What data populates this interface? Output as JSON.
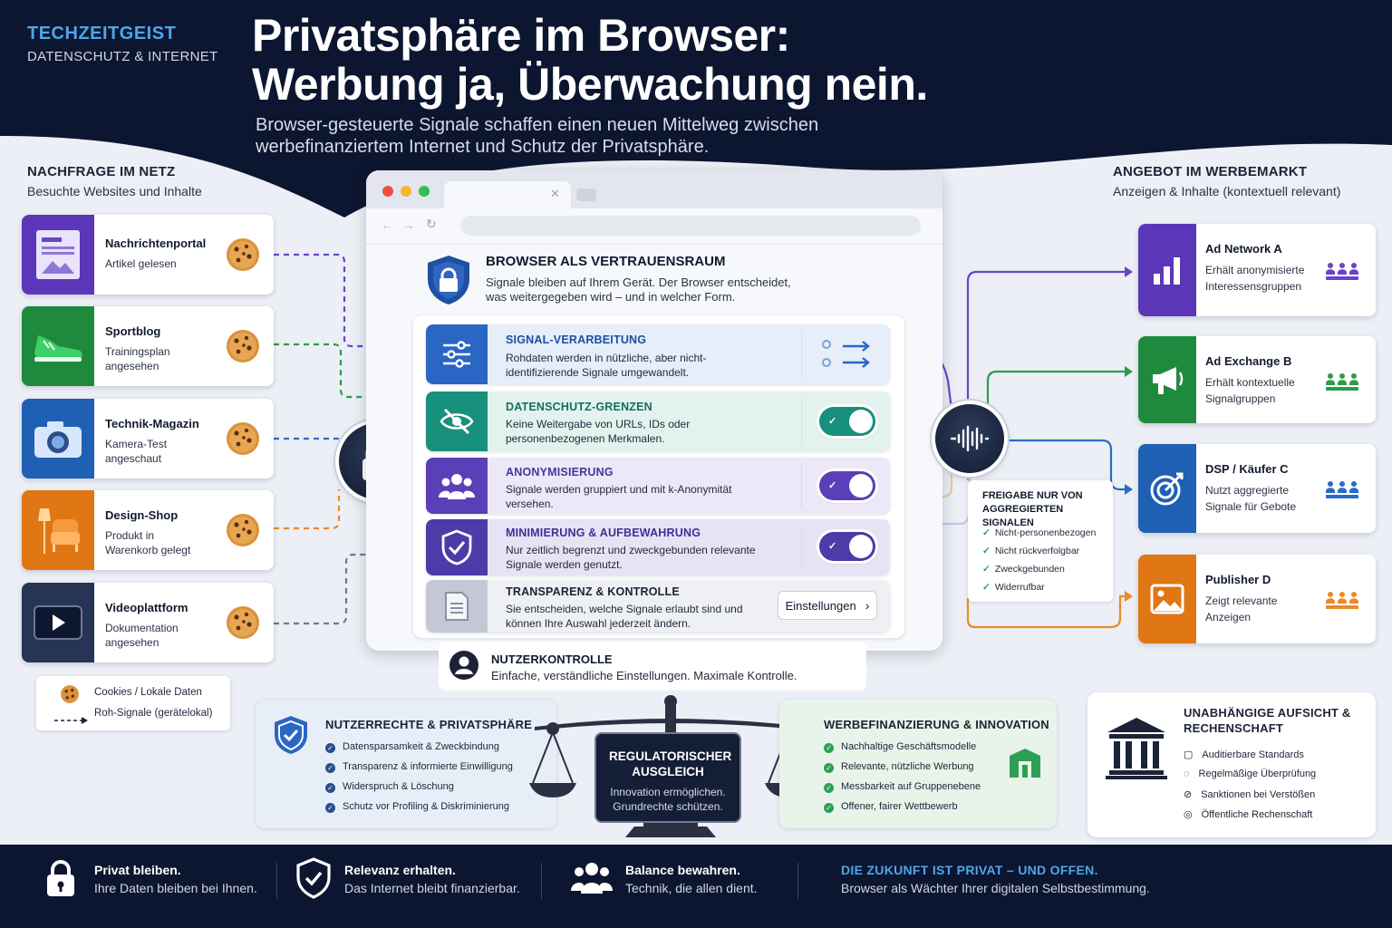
{
  "header": {
    "brand": "TECHZEITGEIST",
    "brand_sub": "DATENSCHUTZ & INTERNET",
    "title_line1": "Privatsphäre im Browser:",
    "title_line2": "Werbung ja, Überwachung nein.",
    "subtitle_line1": "Browser-gesteuerte Signale schaffen einen neuen Mittelweg zwischen",
    "subtitle_line2": "werbefinanziertem Internet und Schutz der Privatsphäre."
  },
  "demand": {
    "title": "NACHFRAGE IM NETZ",
    "subtitle": "Besuchte Websites und Inhalte",
    "items": [
      {
        "name": "Nachrichtenportal",
        "desc": "Artikel gelesen",
        "icon": "newspaper-icon",
        "color": "#5b36b8",
        "line_color": "#6a44c8"
      },
      {
        "name": "Sportblog",
        "desc": "Trainingsplan angesehen",
        "icon": "sneaker-icon",
        "color": "#1f8a3d",
        "line_color": "#2f9a4a"
      },
      {
        "name": "Technik-Magazin",
        "desc": "Kamera-Test angeschaut",
        "icon": "camera-icon",
        "color": "#1f5fb4",
        "line_color": "#2a6cc4"
      },
      {
        "name": "Design-Shop",
        "desc": "Produkt in Warenkorb gelegt",
        "icon": "armchair-icon",
        "color": "#e07614",
        "line_color": "#ea8a2a"
      },
      {
        "name": "Videoplattform",
        "desc": "Dokumentation angesehen",
        "icon": "video-play-icon",
        "color": "#263456",
        "line_color": "#6e7896"
      }
    ]
  },
  "legend": {
    "cookies": "Cookies / Lokale Daten",
    "signals": "Roh-Signale (gerätelokal)"
  },
  "browser": {
    "title": "BROWSER ALS VERTRAUENSRAUM",
    "text": "Signale bleiben auf Ihrem Gerät. Der Browser entscheidet, was weitergegeben wird – und in welcher Form.",
    "rows": [
      {
        "title": "SIGNAL-VERARBEITUNG",
        "desc": "Rohdaten werden in nützliche, aber nicht-identifizierende Signale umgewandelt.",
        "icon": "sliders-icon",
        "color": "#2a66c4",
        "bg": "#e6eef9",
        "title_color": "#1f4fa0"
      },
      {
        "title": "DATENSCHUTZ-GRENZEN",
        "desc": "Keine Weitergabe von URLs, IDs oder personenbezogenen Merkmalen.",
        "icon": "eye-off-icon",
        "color": "#17907c",
        "bg": "#e4f2ee",
        "title_color": "#136e60",
        "toggle": true
      },
      {
        "title": "ANONYMISIERUNG",
        "desc": "Signale werden gruppiert und mit k-Anonymität versehen.",
        "icon": "group-icon",
        "color": "#5a3fb8",
        "bg": "#ece8f7",
        "title_color": "#4a34a0",
        "toggle": true
      },
      {
        "title": "MINIMIERUNG & AUFBEWAHRUNG",
        "desc": "Nur zeitlich begrenzt und zweckgebunden relevante Signale werden genutzt.",
        "icon": "shield-check-icon",
        "color": "#4e3aa8",
        "bg": "#e6e4f4",
        "title_color": "#3f2f96",
        "toggle": true
      },
      {
        "title": "TRANSPARENZ & KONTROLLE",
        "desc": "Sie entscheiden, welche Signale erlaubt sind und können Ihre Auswahl jederzeit ändern.",
        "icon": "document-icon",
        "color": "#c3c8d4",
        "bg": "#eef0f4",
        "title_color": "#1c2336",
        "button": "Einstellungen"
      }
    ]
  },
  "user_control": {
    "title": "NUTZERKONTROLLE",
    "desc": "Einfache, verständliche Einstellungen. Maximale Kontrolle."
  },
  "supply": {
    "title": "ANGEBOT IM WERBEMARKT",
    "subtitle": "Anzeigen & Inhalte (kontextuell relevant)",
    "items": [
      {
        "name": "Ad Network A",
        "desc": "Erhält anonymisierte Interessensgruppen",
        "icon": "bar-chart-icon",
        "color": "#5b36b8",
        "line_color": "#6a44c8"
      },
      {
        "name": "Ad Exchange B",
        "desc": "Erhält kontextuelle Signalgruppen",
        "icon": "megaphone-icon",
        "color": "#1f8a3d",
        "line_color": "#2f9a4a"
      },
      {
        "name": "DSP / Käufer C",
        "desc": "Nutzt aggregierte Signale für Gebote",
        "icon": "target-icon",
        "color": "#1f5fb4",
        "line_color": "#2a6cc4"
      },
      {
        "name": "Publisher D",
        "desc": "Zeigt relevante Anzeigen",
        "icon": "image-icon",
        "color": "#e07614",
        "line_color": "#ea8a2a"
      }
    ]
  },
  "release": {
    "title": "FREIGABE NUR VON AGGREGIERTEN SIGNALEN",
    "items": [
      "Nicht-personenbezogen",
      "Nicht rückverfolgbar",
      "Zweckgebunden",
      "Widerrufbar"
    ]
  },
  "rights": {
    "title": "NUTZERRECHTE & PRIVATSPHÄRE",
    "items": [
      "Datensparsamkeit & Zweckbindung",
      "Transparenz & informierte Einwilligung",
      "Widerspruch & Löschung",
      "Schutz vor Profiling & Diskriminierung"
    ],
    "color": "#2a66c4"
  },
  "balance": {
    "title": "REGULATORISCHER AUSGLEICH",
    "desc": "Innovation ermöglichen. Grundrechte schützen."
  },
  "financing": {
    "title": "WERBEFINANZIERUNG & INNOVATION",
    "items": [
      "Nachhaltige Geschäftsmodelle",
      "Relevante, nützliche Werbung",
      "Messbarkeit auf Gruppenebene",
      "Offener, fairer Wettbewerb"
    ],
    "color": "#2d9f55"
  },
  "oversight": {
    "title": "UNABHÄNGIGE AUFSICHT & RECHENSCHAFT",
    "items": [
      "Auditierbare Standards",
      "Regelmäßige Überprüfung",
      "Sanktionen bei Verstößen",
      "Öffentliche Rechenschaft"
    ]
  },
  "footer": {
    "items": [
      {
        "title": "Privat bleiben.",
        "desc": "Ihre Daten bleiben bei Ihnen.",
        "icon": "lock-icon"
      },
      {
        "title": "Relevanz erhalten.",
        "desc": "Das Internet bleibt finanzierbar.",
        "icon": "shield-check-icon"
      },
      {
        "title": "Balance bewahren.",
        "desc": "Technik, die allen dient.",
        "icon": "group-icon"
      }
    ],
    "claim_title": "DIE ZUKUNFT IST PRIVAT – UND OFFEN.",
    "claim_desc": "Browser als Wächter Ihrer digitalen Selbstbestimmung.",
    "claim_color": "#4ea6ea"
  }
}
